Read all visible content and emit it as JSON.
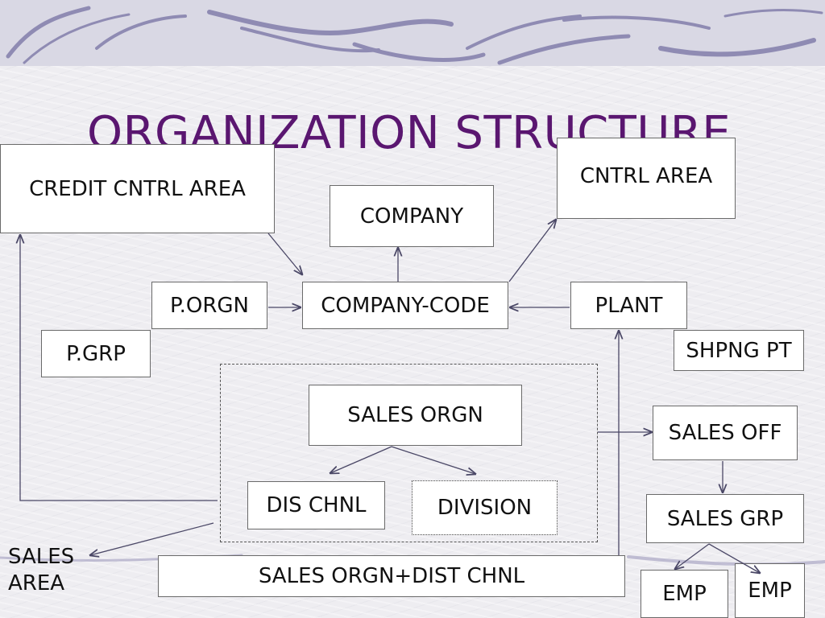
{
  "slide": {
    "title": "ORGANIZATION STRUCTURE"
  },
  "nodes": {
    "credit_cntrl_area": "CREDIT CNTRL AREA",
    "company": "COMPANY",
    "cntrl_area": "CNTRL AREA",
    "p_orgn": "P.ORGN",
    "company_code": "COMPANY-CODE",
    "plant": "PLANT",
    "p_grp": "P.GRP",
    "shpng_pt": "SHPNG PT",
    "sales_orgn": "SALES ORGN",
    "sales_off": "SALES OFF",
    "dis_chnl": "DIS CHNL",
    "division": "DIVISION",
    "sales_grp": "SALES GRP",
    "sales_area_line1": "SALES",
    "sales_area_line2": "AREA",
    "sales_orgn_dist_chnl": "SALES ORGN+DIST CHNL",
    "emp_1": "EMP",
    "emp_2": "EMP"
  },
  "colors": {
    "title": "#5a1670",
    "connector": "#4a4766",
    "box_border": "#6a6a6a",
    "wave": "#8f8bb3"
  }
}
